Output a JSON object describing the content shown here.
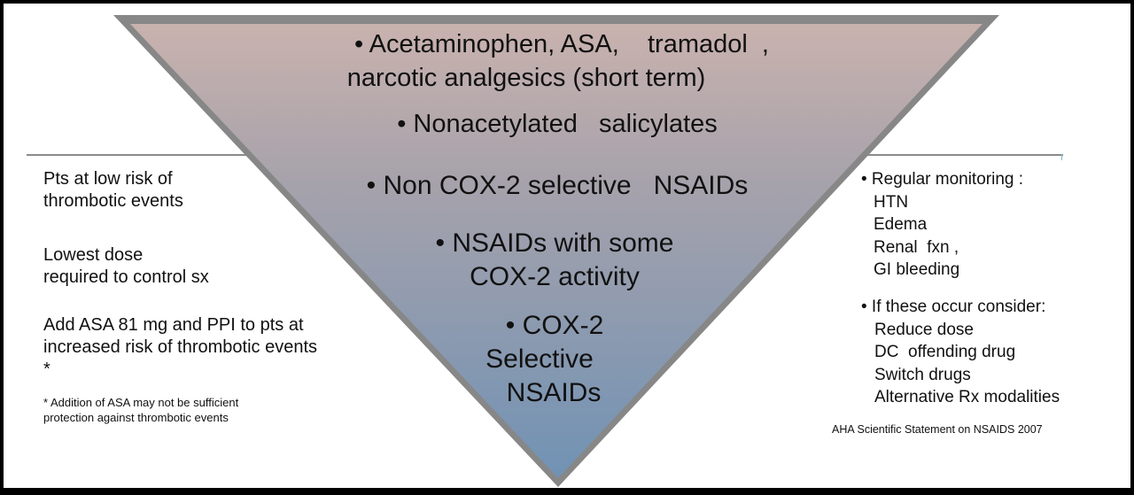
{
  "colors": {
    "triangle_top": "#c9b2ae",
    "triangle_bottom": "#7192b4",
    "triangle_border": "#878787",
    "divider": "#8a8a8a",
    "frame": "#000000"
  },
  "triangle": {
    "items": [
      {
        "line1": "• Acetaminophen, ASA,    tramadol  ,",
        "line2": "narcotic analgesics (short term)"
      },
      {
        "line1": "• Nonacetylated   salicylates"
      },
      {
        "line1": "• Non COX-2 selective   NSAIDs"
      },
      {
        "line1": "• NSAIDs with some",
        "line2": "COX-2 activity"
      },
      {
        "line1": "• COX-2",
        "line2": "Selective",
        "line3": "NSAIDs"
      }
    ]
  },
  "left_panel": {
    "block1": {
      "line1": "Pts at low risk of",
      "line2": "thrombotic events"
    },
    "block2": {
      "line1": "Lowest dose",
      "line2": "required to control sx"
    },
    "block3": {
      "line1": "Add ASA 81 mg and PPI to pts at",
      "line2": "increased risk of thrombotic events",
      "line3": "*"
    },
    "footnote": {
      "line1": "* Addition of ASA may not be sufficient",
      "line2": "protection against thrombotic events"
    }
  },
  "right_panel": {
    "monitoring_header": "• Regular monitoring :",
    "monitoring_items": [
      "HTN",
      "Edema",
      "Renal  fxn ,",
      "GI bleeding"
    ],
    "consider_header": "• If these occur consider:",
    "consider_items": [
      "Reduce dose",
      "DC  offending drug",
      "Switch drugs",
      "Alternative Rx modalities"
    ],
    "citation": "AHA Scientific Statement on NSAIDS 2007"
  }
}
